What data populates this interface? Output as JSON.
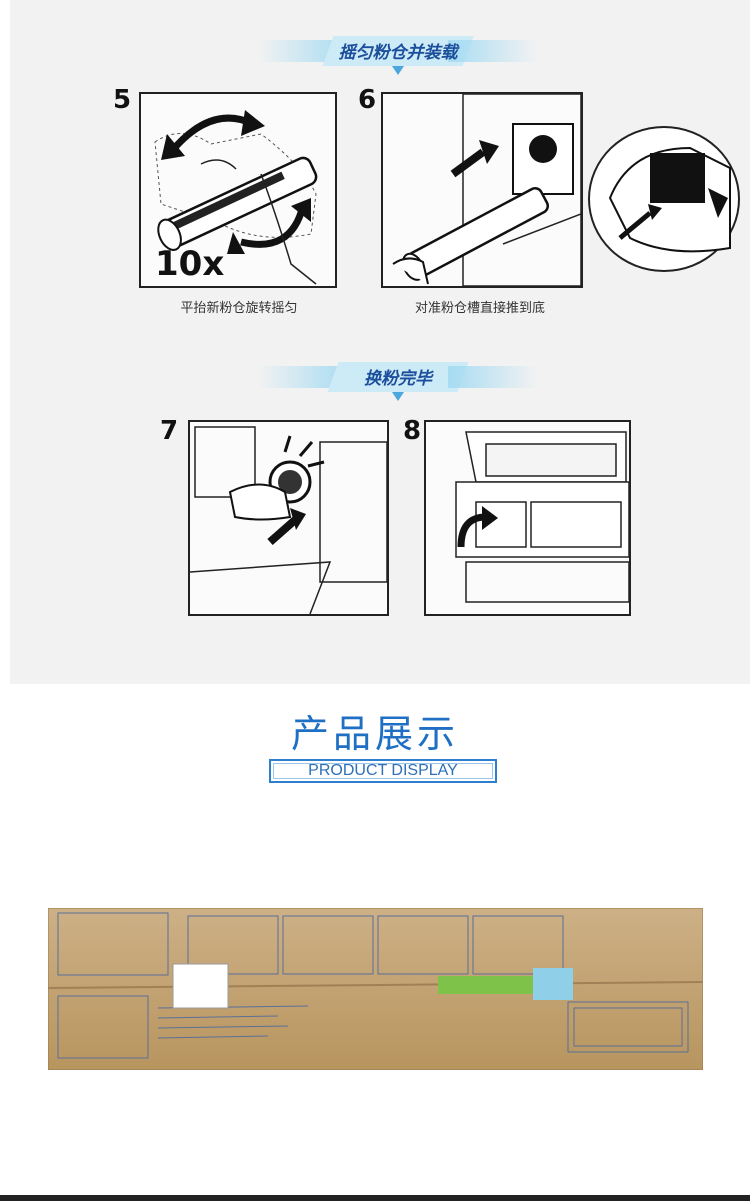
{
  "banners": {
    "shake_install": "摇匀粉仓并装载",
    "complete": "换粉完毕"
  },
  "steps": [
    {
      "number": "5",
      "caption": "平抬新粉仓旋转摇匀",
      "badge": "10x"
    },
    {
      "number": "6",
      "caption": "对准粉仓槽直接推到底"
    },
    {
      "number": "7"
    },
    {
      "number": "8"
    }
  ],
  "display": {
    "title": "产品展示",
    "subtitle": "PRODUCT DISPLAY"
  },
  "colors": {
    "accent_blue": "#1f6fc4",
    "banner_light": "#cdeaf7",
    "panel_bg": "#f2f2f2",
    "box_kraft": "#c4a173"
  }
}
